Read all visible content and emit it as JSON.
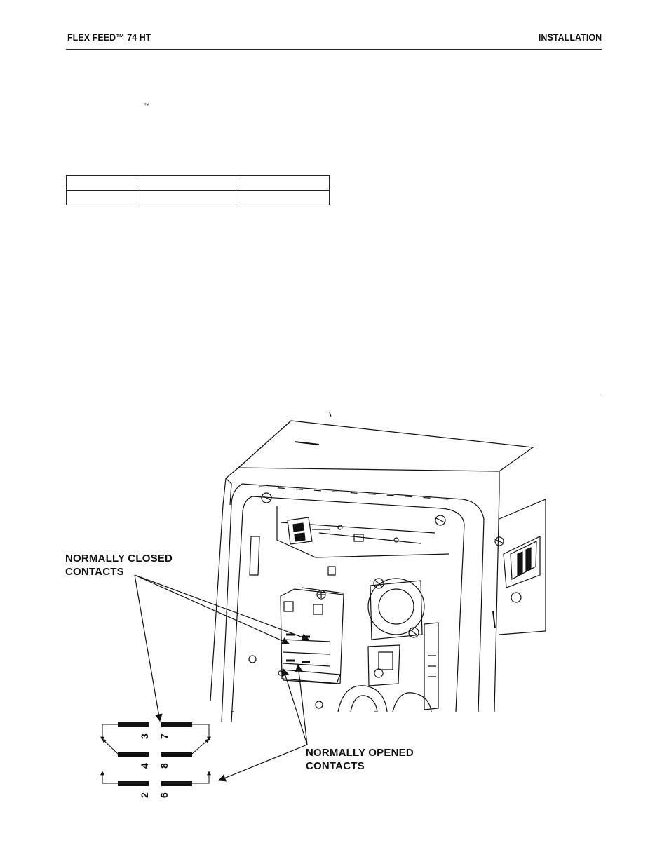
{
  "header": {
    "left": "FLEX FEED™ 74 HT",
    "right": "INSTALLATION"
  },
  "body": {
    "trademark_mark": "™"
  },
  "figure": {
    "label_normally_closed": "NORMALLY CLOSED\nCONTACTS",
    "label_normally_opened": "NORMALLY OPENED\nCONTACTS",
    "contact_numbers": [
      "3",
      "7",
      "4",
      "8",
      "2",
      "6"
    ]
  },
  "colors": {
    "ink": "#111111",
    "paper": "#ffffff"
  }
}
